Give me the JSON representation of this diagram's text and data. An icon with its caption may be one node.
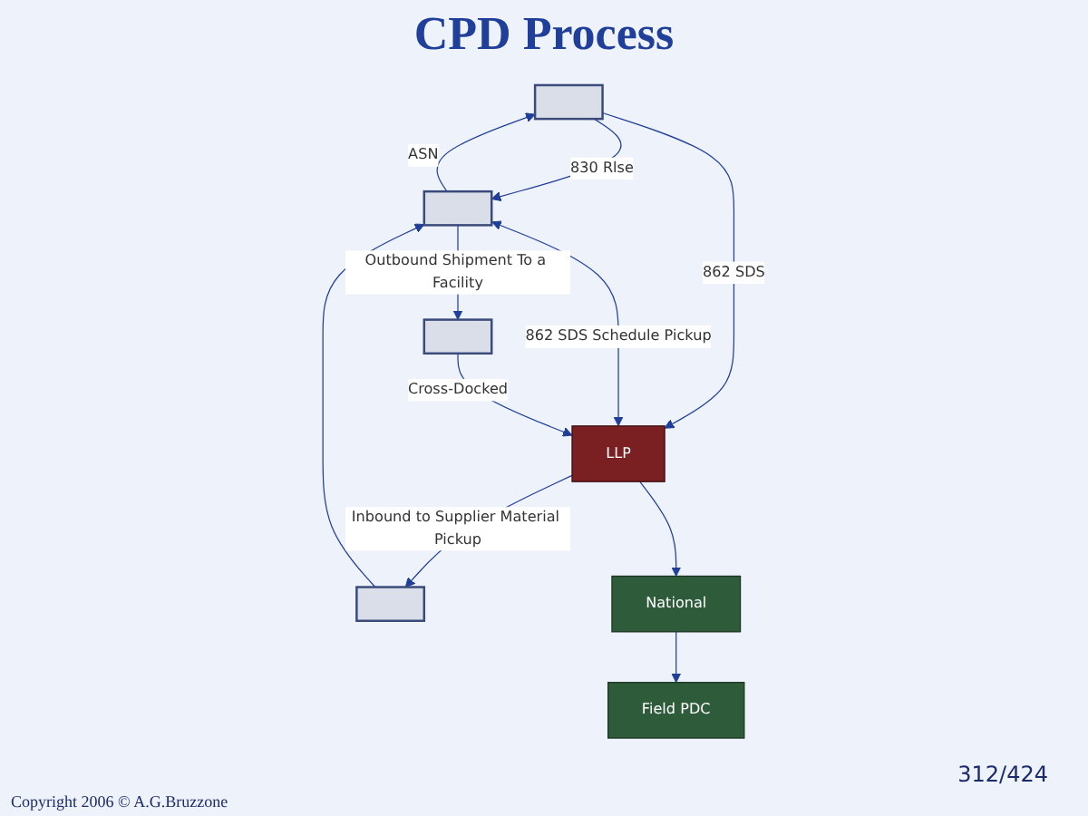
{
  "diagram": {
    "title": "CPD Process",
    "nodes": [
      {
        "text": [],
        "shape": "box"
      },
      {
        "text": [],
        "shape": "box"
      },
      {
        "text": [],
        "shape": "box"
      },
      {
        "text": [],
        "shape": "box"
      },
      {
        "text": [
          "LLP"
        ]
      },
      {
        "text": [
          "National"
        ]
      },
      {
        "text": [
          "Field PDC"
        ]
      }
    ],
    "edges": [
      {
        "from": 1,
        "to": 0,
        "arrow": "to",
        "label": "ASN"
      },
      {
        "from": 0,
        "to": 1,
        "arrow": "to",
        "label": "830 Rlse"
      },
      {
        "from": 0,
        "to": 4,
        "arrow": "to",
        "label": "862 SDS"
      },
      {
        "from": 1,
        "to": 4,
        "arrow": "both",
        "label": "862 SDS Schedule Pickup"
      },
      {
        "from": 1,
        "to": 2,
        "arrow": "to",
        "label": "Outbound Shipment To a Facility"
      },
      {
        "from": 2,
        "to": 4,
        "arrow": "to",
        "label": "Cross-Docked"
      },
      {
        "from": 3,
        "to": 1,
        "arrow": "to"
      },
      {
        "from": 4,
        "to": 3,
        "arrow": "to",
        "label": "Inbound to Supplier Material Pickup"
      },
      {
        "from": 4,
        "to": 5,
        "arrow": "to"
      },
      {
        "from": 5,
        "to": 6,
        "arrow": "to"
      }
    ],
    "labels": [
      "312/424",
      "Copyright 2006 © A.G.Bruzzone"
    ]
  }
}
